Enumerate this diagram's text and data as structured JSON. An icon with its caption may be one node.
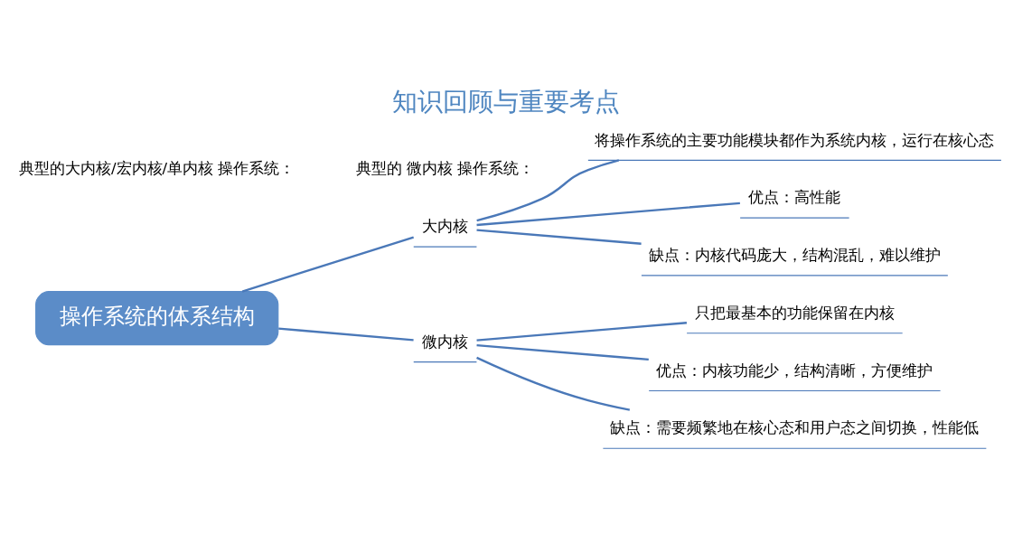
{
  "diagram": {
    "title": "知识回顾与重要考点",
    "nodes": [
      {
        "text": [
          "操作系统的体系结构"
        ]
      },
      {
        "text": [
          "大内核"
        ]
      },
      {
        "text": [
          "将操作系统的主要功能模块都作为系统内核，运行在核心态"
        ]
      },
      {
        "text": [
          "优点：高性能"
        ]
      },
      {
        "text": [
          "缺点：内核代码庞大，结构混乱，难以维护"
        ]
      },
      {
        "text": [
          "微内核"
        ]
      },
      {
        "text": [
          "只把最基本的功能保留在内核"
        ]
      },
      {
        "text": [
          "优点：内核功能少，结构清晰，方便维护"
        ]
      },
      {
        "text": [
          "缺点：需要频繁地在核心态和用户态之间切换，性能低"
        ]
      }
    ],
    "edges": [
      {
        "from": 0,
        "to": 1,
        "arrow": "none"
      },
      {
        "from": 0,
        "to": 5,
        "arrow": "none"
      },
      {
        "from": 1,
        "to": 2,
        "arrow": "none"
      },
      {
        "from": 1,
        "to": 3,
        "arrow": "none"
      },
      {
        "from": 1,
        "to": 4,
        "arrow": "none"
      },
      {
        "from": 5,
        "to": 6,
        "arrow": "none"
      },
      {
        "from": 5,
        "to": 7,
        "arrow": "none"
      },
      {
        "from": 5,
        "to": 8,
        "arrow": "none"
      }
    ],
    "labels": [
      "典型的大内核/宏内核/单内核 操作系统：",
      "典型的 微内核 操作系统："
    ]
  }
}
